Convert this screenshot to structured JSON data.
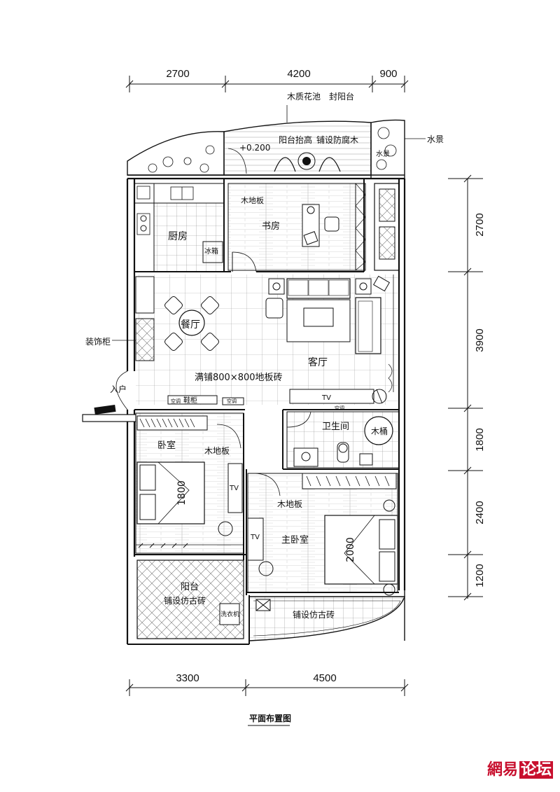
{
  "plan": {
    "title": "平面布置图",
    "top_dims": [
      "2700",
      "4200",
      "900"
    ],
    "bottom_dims": [
      "3300",
      "4500"
    ],
    "right_dims": [
      "2700",
      "3900",
      "1800",
      "2400",
      "1200"
    ],
    "annotations": {
      "flower_pool": "木质花池",
      "sealed_balcony": "封阳台",
      "balcony_raise": "阳台抬高",
      "anticorrosive": "铺设防腐木",
      "elevation": "+0.200",
      "water_feature": "水景",
      "water_feature_inner": "水景",
      "deco_cabinet": "装饰柜",
      "entrance": "入户",
      "floor_tile": "满铺800×800地板砖",
      "wood_floor": "木地板",
      "antique_tile": "铺设仿古砖",
      "shoe_cabinet": "鞋柜",
      "fridge": "冰箱",
      "washer": "洗衣机",
      "wooden_tub": "木桶",
      "air_con": "空调",
      "tv": "TV",
      "bed_small": "1800",
      "bed_master": "2000"
    },
    "rooms": {
      "kitchen": "厨房",
      "study": "书房",
      "dining": "餐厅",
      "living": "客厅",
      "bedroom": "卧室",
      "bathroom": "卫生间",
      "master": "主卧室",
      "balcony": "阳台"
    }
  },
  "watermark": {
    "part1": "網易",
    "part2": "论坛"
  },
  "colors": {
    "line": "#111111",
    "watermark": "#c8102e"
  }
}
